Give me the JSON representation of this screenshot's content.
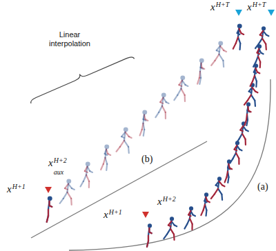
{
  "diagram": {
    "labels": [
      "x",
      "H+T",
      "x",
      "H+T",
      "Linear interpolation",
      "(b)",
      "x",
      "H+1",
      "x",
      "H+2",
      "aux",
      "x",
      "H+1",
      "x",
      "H+2",
      "(a)"
    ]
  }
}
